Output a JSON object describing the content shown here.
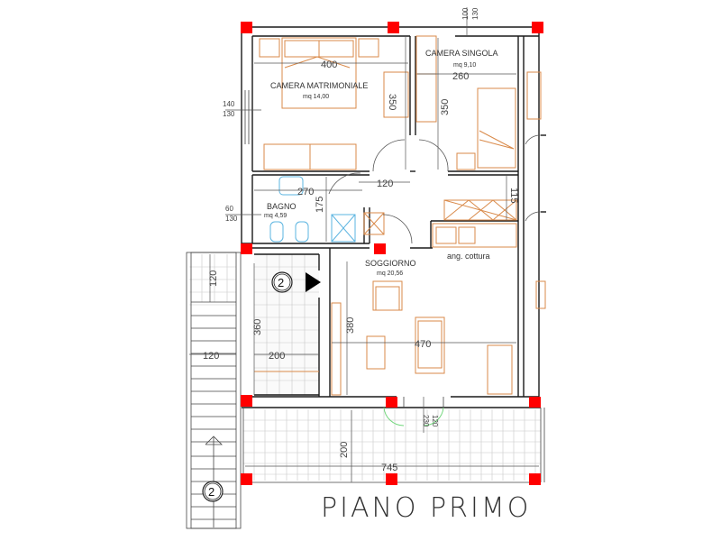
{
  "plan": {
    "title": "PIANO PRIMO",
    "colors": {
      "walls": "#1a1a1a",
      "pillars": "#ff0000",
      "furniture": "#d98a4a",
      "sanitary": "#5bb4e0",
      "door_swing_balcony": "#6fd67a",
      "tiles": "#c8c8c8"
    },
    "rooms": [
      {
        "id": "camera-matrimoniale",
        "name": "CAMERA MATRIMONIALE",
        "area": "mq 14,00"
      },
      {
        "id": "camera-singola",
        "name": "CAMERA SINGOLA",
        "area": "mq 9,10"
      },
      {
        "id": "bagno",
        "name": "BAGNO",
        "area": "mq 4,59"
      },
      {
        "id": "soggiorno",
        "name": "SOGGIORNO",
        "area": "mq 20,56"
      },
      {
        "id": "angolo-cottura",
        "name": "ang. cottura",
        "area": ""
      }
    ],
    "dimensions": {
      "matrimoniale_width": "400",
      "matrimoniale_depth": "350",
      "singola_width": "260",
      "singola_depth": "350",
      "window_top_a": "100",
      "window_top_b": "130",
      "window_left_a": "140",
      "window_left_b": "130",
      "bath_window_a": "60",
      "bath_window_b": "130",
      "bagno_width": "270",
      "bagno_depth": "175",
      "corridor": "120",
      "kitchen_depth": "115",
      "soggiorno_width": "470",
      "soggiorno_depth": "380",
      "landing_depth": "360",
      "landing_width": "200",
      "stair_width_top": "120",
      "stair_width": "120",
      "balcony_depth": "200",
      "balcony_width": "745",
      "door_a": "120",
      "door_b": "230"
    },
    "markers": [
      {
        "id": "stair-marker-landing",
        "label": "2"
      },
      {
        "id": "stair-marker-ramp",
        "label": "2"
      }
    ]
  }
}
